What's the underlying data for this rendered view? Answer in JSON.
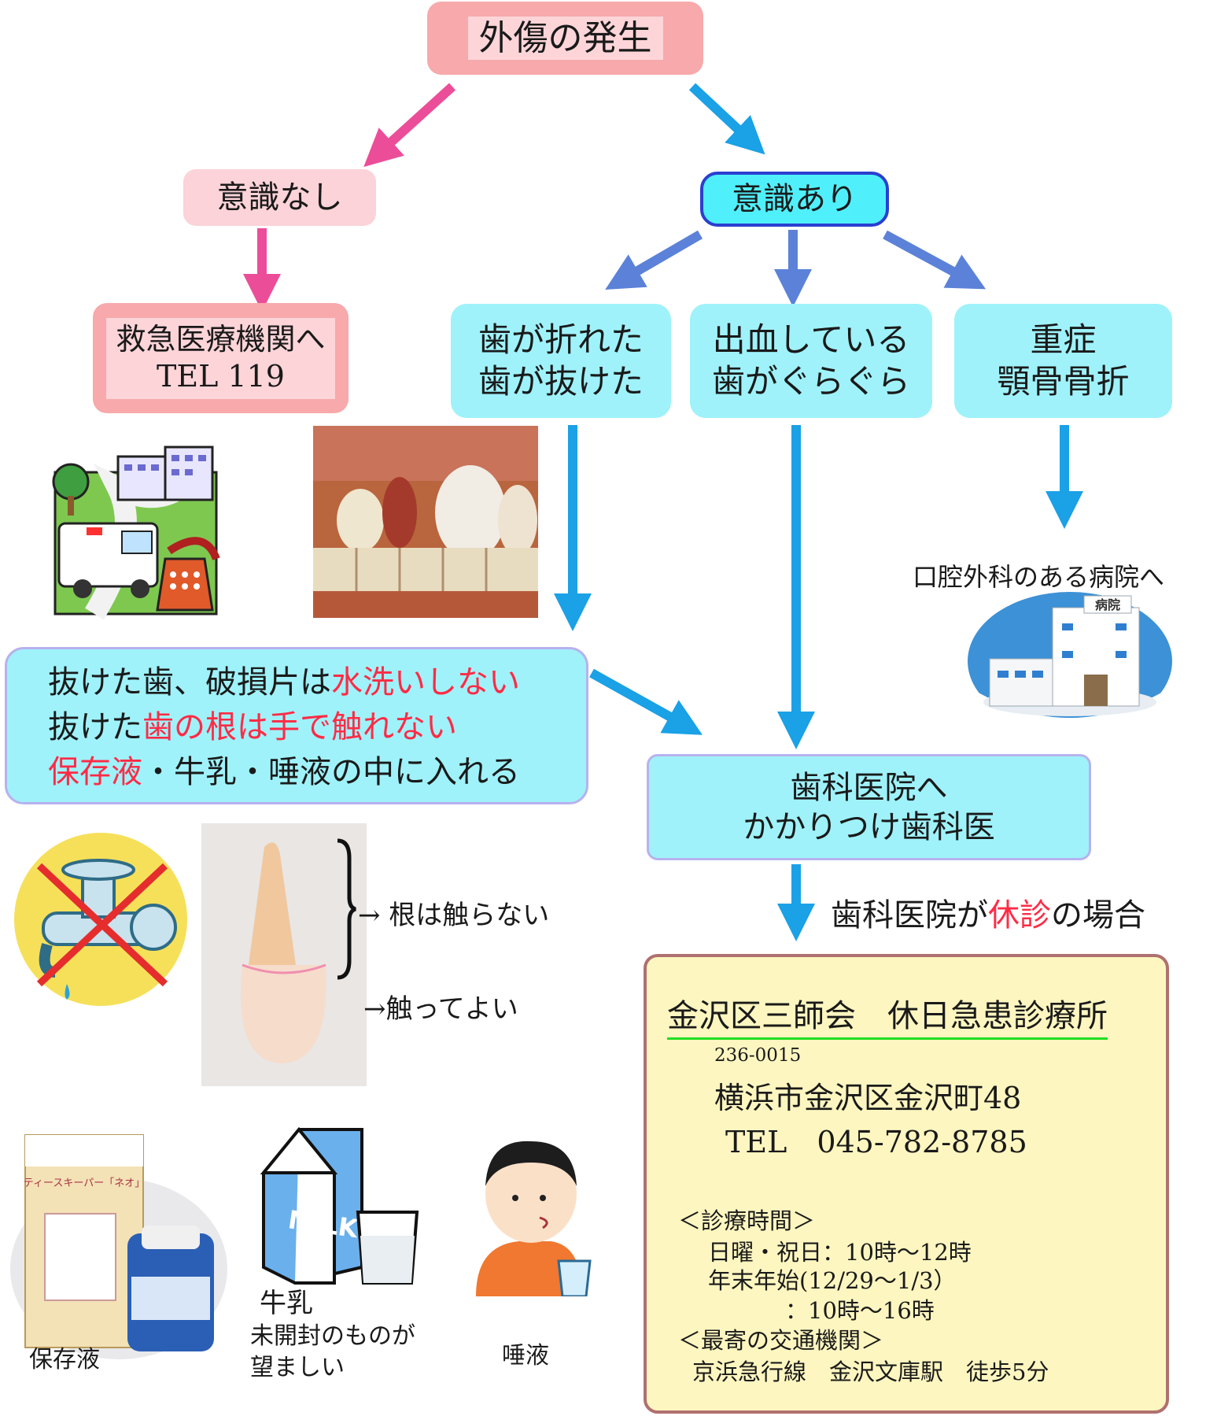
{
  "colors": {
    "pink_box": "#f7a9ab",
    "light_pink": "#fbd3d8",
    "cyan_box": "#9ff2fa",
    "accent_blue": "#1aa1e6",
    "accent_pink": "#ec4d99",
    "red_text": "#ff2b45",
    "clinic_box": "#fdf6c0",
    "clinic_border": "#b07070",
    "link_green": "#22dd22"
  },
  "flow": {
    "start": "外傷の発生",
    "unconscious": "意識なし",
    "conscious": "意識あり",
    "emergency": {
      "line1": "救急医療機関へ",
      "line2": "TEL 119"
    },
    "broken": {
      "line1": "歯が折れた",
      "line2": "歯が抜けた"
    },
    "bleeding": {
      "line1": "出血している",
      "line2": "歯がぐらぐら"
    },
    "severe": {
      "line1": "重症",
      "line2": "顎骨骨折"
    },
    "oral_surgery": "口腔外科のある病院へ",
    "hospital_sign": "病院",
    "care": {
      "l1a": "抜けた歯、破損片は",
      "l1b": "水洗いしない",
      "l2a": "抜けた",
      "l2b": "歯の根は手で触れない",
      "l3a": "保存液",
      "l3b": "・牛乳・唾液の中に入れる"
    },
    "dental": {
      "line1": "歯科医院へ",
      "line2": "かかりつけ歯科医"
    },
    "closed": {
      "a": "歯科医院が",
      "b": "休診",
      "c": "の場合"
    }
  },
  "tooth_notes": {
    "root": "→ 根は触らない",
    "crown": "→触ってよい"
  },
  "storage": {
    "solution": "保存液",
    "solution_pkg": "ティースキーパー「ネオ」",
    "milk_icon": "MILK",
    "milk": "牛乳",
    "milk_note1": "未開封のものが",
    "milk_note2": "望ましい",
    "saliva": "唾液"
  },
  "clinic": {
    "name": "金沢区三師会　休日急患診療所",
    "postal": "236-0015",
    "address": "横浜市金沢区金沢町48",
    "tel": "TEL　045-782-8785",
    "hours_head": "＜診療時間＞",
    "hours1": "日曜・祝日：10時～12時",
    "hours2": "年末年始(12/29～1/3）",
    "hours3": "：10時～16時",
    "access_head": "＜最寄の交通機関＞",
    "access": "京浜急行線　金沢文庫駅　徒歩5分"
  }
}
